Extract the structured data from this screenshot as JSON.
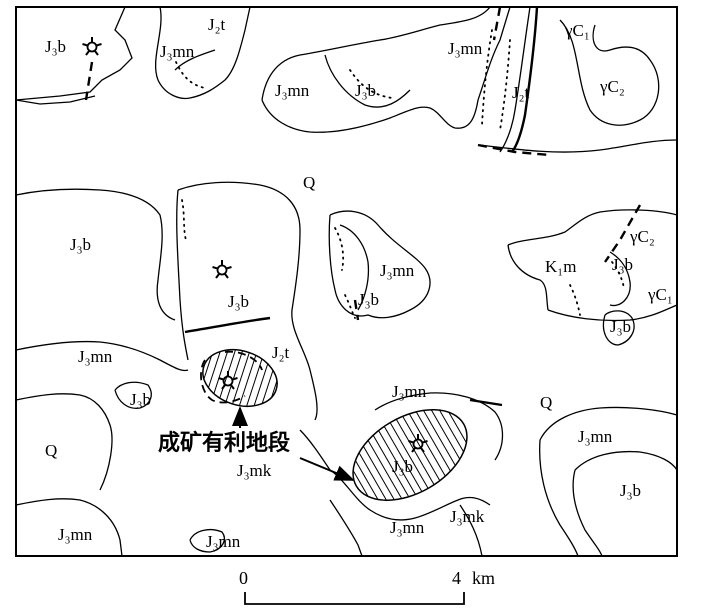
{
  "map": {
    "labels": {
      "j3b_nw": "J₃b",
      "j3mn_n1": "J₃mn",
      "j2t_n": "J₂t",
      "j3mn_n2": "J₃mn",
      "j3b_n": "J₃b",
      "j3mn_ne": "J₃mn",
      "j2t_ne": "J₂t",
      "gc1_ne": "γC₁",
      "gc2_ne": "γC₂",
      "q_top": "Q",
      "j3b_w": "J₃b",
      "j3b_c": "J₃b",
      "j3mn_c": "J₃mn",
      "j3b_c2": "J₃b",
      "k1m": "K₁m",
      "gc2_e": "γC₂",
      "j3b_e": "J₃b",
      "gc1_e": "γC₁",
      "j3b_e2": "J₃b",
      "j3mn_w": "J₃mn",
      "j2t_c": "J₂t",
      "j3b_sw": "J₃b",
      "q_w": "Q",
      "q_e": "Q",
      "j3mn_s": "J₃mn",
      "j3mk_c": "J₃mk",
      "j3b_s": "J₃b",
      "j3mn_se": "J₃mn",
      "j3b_se": "J₃b",
      "j3mn_sw": "J₃mn",
      "j3mn_s2": "J₃mn",
      "j3mn_s3": "J₃mn",
      "j3mk_s": "J₃mk"
    },
    "annotation": "成矿有利地段",
    "symbols": [
      "deposit-star",
      "deposit-star",
      "deposit-star",
      "deposit-star"
    ]
  },
  "scale_bar": {
    "start": "0",
    "end": "4",
    "unit": "km"
  }
}
